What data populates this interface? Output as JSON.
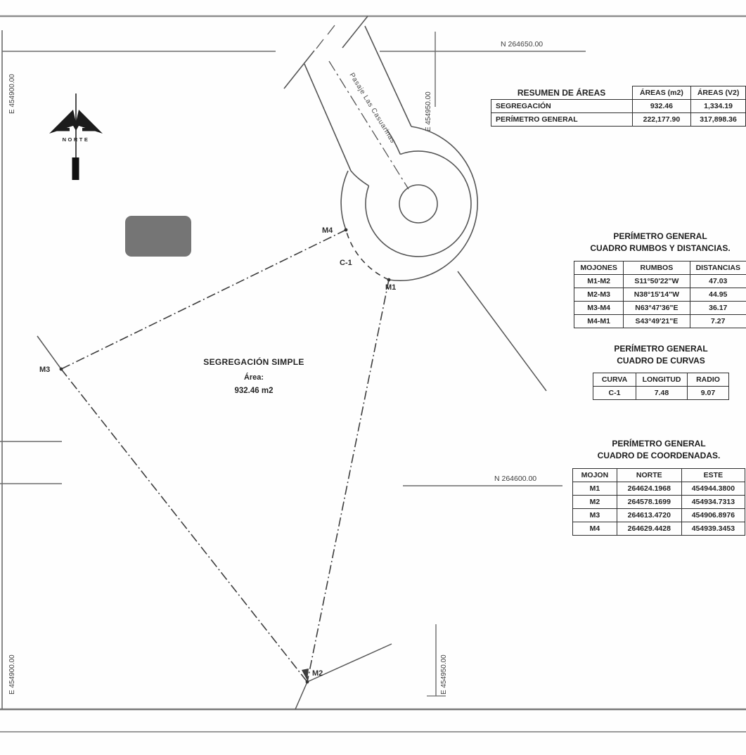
{
  "labels": {
    "norte": "NORTE",
    "street": "Pasaje Las Casuarinas",
    "m1": "M1",
    "m2": "M2",
    "m3": "M3",
    "m4": "M4",
    "c1": "C-1",
    "grid": {
      "n_top": "N 264650.00",
      "n_mid": "N 264600.00",
      "e_right_top": "E 454950.00",
      "e_right_bottom": "E 454950.00",
      "e_left_top": "E 454900.00",
      "e_left_bottom": "E 454900.00"
    },
    "parcel_title": "SEGREGACIÓN SIMPLE",
    "parcel_area_label": "Área:",
    "parcel_area_value": "932.46 m2"
  },
  "resumen": {
    "title": "RESUMEN DE ÁREAS",
    "headers": [
      "ÁREAS (m2)",
      "ÁREAS (V2)"
    ],
    "rows": [
      {
        "label": "SEGREGACIÓN",
        "m2": "932.46",
        "v2": "1,334.19"
      },
      {
        "label": "PERÍMETRO GENERAL",
        "m2": "222,177.90",
        "v2": "317,898.36"
      }
    ]
  },
  "rumbos": {
    "title_line1": "PERÍMETRO GENERAL",
    "title_line2": "CUADRO RUMBOS Y DISTANCIAS.",
    "headers": [
      "MOJONES",
      "RUMBOS",
      "DISTANCIAS"
    ],
    "rows": [
      [
        "M1-M2",
        "S11°50'22\"W",
        "47.03"
      ],
      [
        "M2-M3",
        "N38°15'14\"W",
        "44.95"
      ],
      [
        "M3-M4",
        "N63°47'36\"E",
        "36.17"
      ],
      [
        "M4-M1",
        "S43°49'21\"E",
        "7.27"
      ]
    ]
  },
  "curvas": {
    "title_line1": "PERÍMETRO GENERAL",
    "title_line2": "CUADRO DE CURVAS",
    "headers": [
      "CURVA",
      "LONGITUD",
      "RADIO"
    ],
    "rows": [
      [
        "C-1",
        "7.48",
        "9.07"
      ]
    ]
  },
  "coordenadas": {
    "title_line1": "PERÍMETRO GENERAL",
    "title_line2": "CUADRO DE COORDENADAS.",
    "headers": [
      "MOJON",
      "NORTE",
      "ESTE"
    ],
    "rows": [
      [
        "M1",
        "264624.1968",
        "454944.3800"
      ],
      [
        "M2",
        "264578.1699",
        "454934.7313"
      ],
      [
        "M3",
        "264613.4720",
        "454906.8976"
      ],
      [
        "M4",
        "264629.4428",
        "454939.3453"
      ]
    ]
  }
}
